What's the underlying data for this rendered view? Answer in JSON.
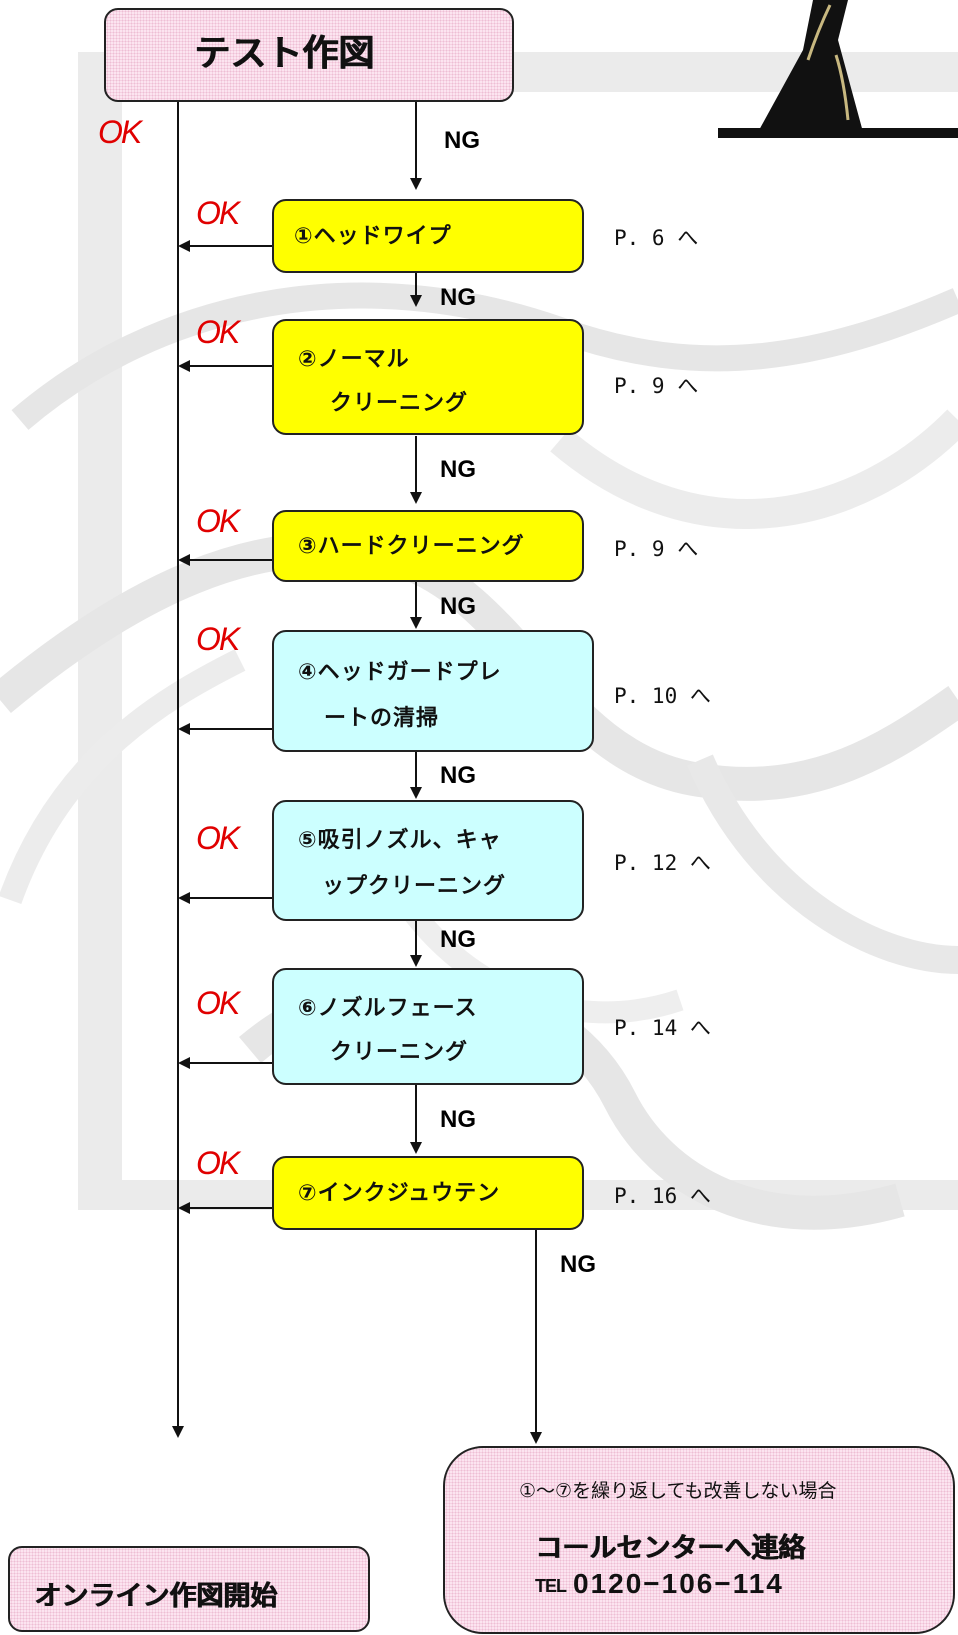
{
  "start": {
    "label": "テスト作図"
  },
  "end": {
    "label": "オンライン作図開始"
  },
  "ok_label": "OK",
  "ng_label": "NG",
  "steps": [
    {
      "label_line1": "①ヘッドワイプ",
      "label_line2": "",
      "page_ref": "P. 6 へ",
      "color": "#ffff00"
    },
    {
      "label_line1": "②ノーマル",
      "label_line2": "クリーニング",
      "page_ref": "P. 9 へ",
      "color": "#ffff00"
    },
    {
      "label_line1": "③ハードクリーニング",
      "label_line2": "",
      "page_ref": "P. 9 へ",
      "color": "#ffff00"
    },
    {
      "label_line1": "④ヘッドガードプレ",
      "label_line2": "ートの清掃",
      "page_ref": "P. 10 へ",
      "color": "#ccffff"
    },
    {
      "label_line1": "⑤吸引ノズル、キャ",
      "label_line2": "ップクリーニング",
      "page_ref": "P. 12 へ",
      "color": "#ccffff"
    },
    {
      "label_line1": "⑥ノズルフェース",
      "label_line2": "クリーニング",
      "page_ref": "P. 14 へ",
      "color": "#ccffff"
    },
    {
      "label_line1": "⑦インクジュウテン",
      "label_line2": "",
      "page_ref": "P. 16 へ",
      "color": "#ffff00"
    }
  ],
  "contact": {
    "note": "①～⑦を繰り返しても改善しない場合",
    "title": "コールセンターへ連絡",
    "tel_prefix": "TEL",
    "phone": "0120−106−114"
  },
  "colors": {
    "ok_text": "#e00000",
    "pink_box": "#fce4f0",
    "yellow_box": "#ffff00",
    "cyan_box": "#ccffff"
  }
}
